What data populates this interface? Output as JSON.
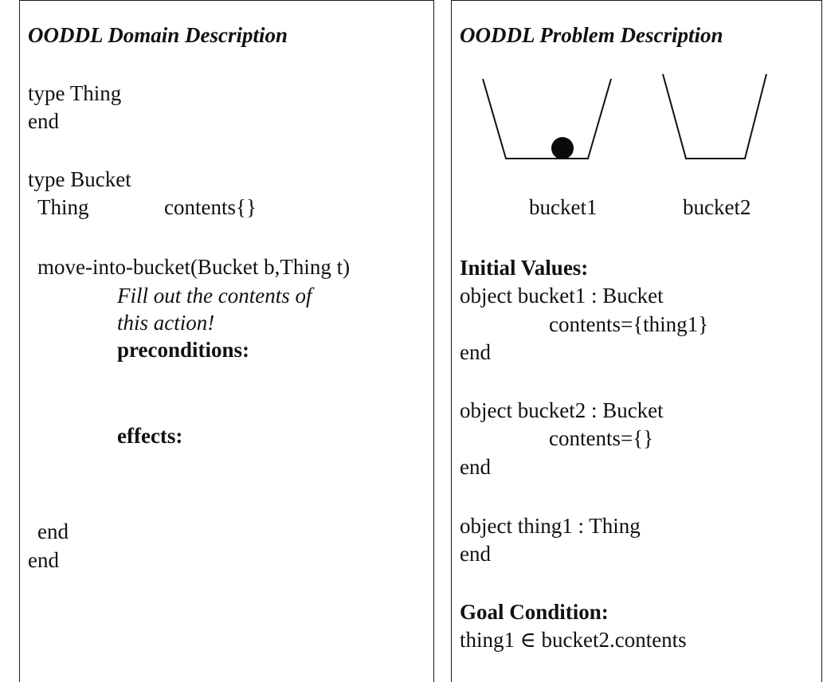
{
  "domain_panel": {
    "title": "OODDL Domain Description",
    "type_thing": "type Thing",
    "end_thing": "end",
    "type_bucket": "type Bucket",
    "field_type": "Thing",
    "field_name": "contents{}",
    "action_signature": "move-into-bucket(Bucket b,Thing t)",
    "hint_line1": "Fill out the contents of",
    "hint_line2": "this action!",
    "preconditions_label": "preconditions:",
    "effects_label": "effects:",
    "end_action": "end",
    "end_bucket": "end"
  },
  "problem_panel": {
    "title": "OODDL Problem Description",
    "bucket1_label": "bucket1",
    "bucket2_label": "bucket2",
    "initial_values_label": "Initial Values:",
    "obj_bucket1": "object bucket1 : Bucket",
    "obj_bucket1_contents": "contents={thing1}",
    "obj_bucket1_end": "end",
    "obj_bucket2": "object bucket2 : Bucket",
    "obj_bucket2_contents": "contents={}",
    "obj_bucket2_end": "end",
    "obj_thing1": "object thing1 : Thing",
    "obj_thing1_end": "end",
    "goal_label": "Goal Condition:",
    "goal_expression": "thing1 ∈ bucket2.contents"
  }
}
